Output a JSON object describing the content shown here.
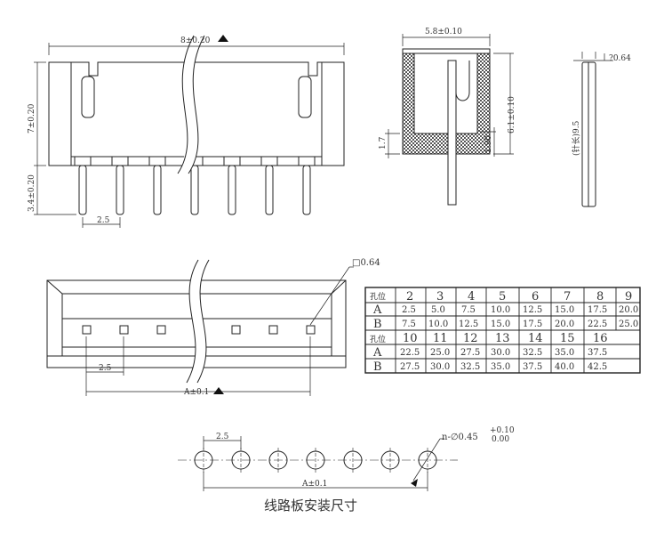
{
  "front_view": {
    "dim_width": "8±0.20",
    "dim_height": "7±0.20",
    "dim_pin_length": "3.4±0.20",
    "dim_pitch": "2.5"
  },
  "side_view": {
    "dim_width": "5.8±0.10",
    "dim_height": "6.1±0.10",
    "dim_left": "1.7",
    "dim_right": "1.90"
  },
  "pin_view": {
    "dim_thickness": "?0.64",
    "dim_length": "(针长)9.5"
  },
  "bottom_view": {
    "dim_square": "□0.64",
    "dim_pitch": "2.5",
    "dim_length": "A±0.1"
  },
  "table": {
    "row_header": "孔位",
    "label_a": "A",
    "label_b": "B",
    "block1": {
      "positions": [
        "2",
        "3",
        "4",
        "5",
        "6",
        "7",
        "8",
        "9"
      ],
      "a": [
        "2.5",
        "5.0",
        "7.5",
        "10.0",
        "12.5",
        "15.0",
        "17.5",
        "20.0"
      ],
      "b": [
        "7.5",
        "10.0",
        "12.5",
        "15.0",
        "17.5",
        "20.0",
        "22.5",
        "25.0"
      ]
    },
    "block2": {
      "positions": [
        "10",
        "11",
        "12",
        "13",
        "14",
        "15",
        "16",
        ""
      ],
      "a": [
        "22.5",
        "25.0",
        "27.5",
        "30.0",
        "32.5",
        "35.0",
        "37.5",
        ""
      ],
      "b": [
        "27.5",
        "30.0",
        "32.5",
        "35.0",
        "37.5",
        "40.0",
        "42.5",
        ""
      ]
    }
  },
  "pcb_layout": {
    "dim_pitch": "2.5",
    "dim_length": "A±0.1",
    "hole_label": "n-∅0.45",
    "tol_upper": "+0.10",
    "tol_lower": "0.00",
    "caption": "线路板安装尺寸"
  }
}
